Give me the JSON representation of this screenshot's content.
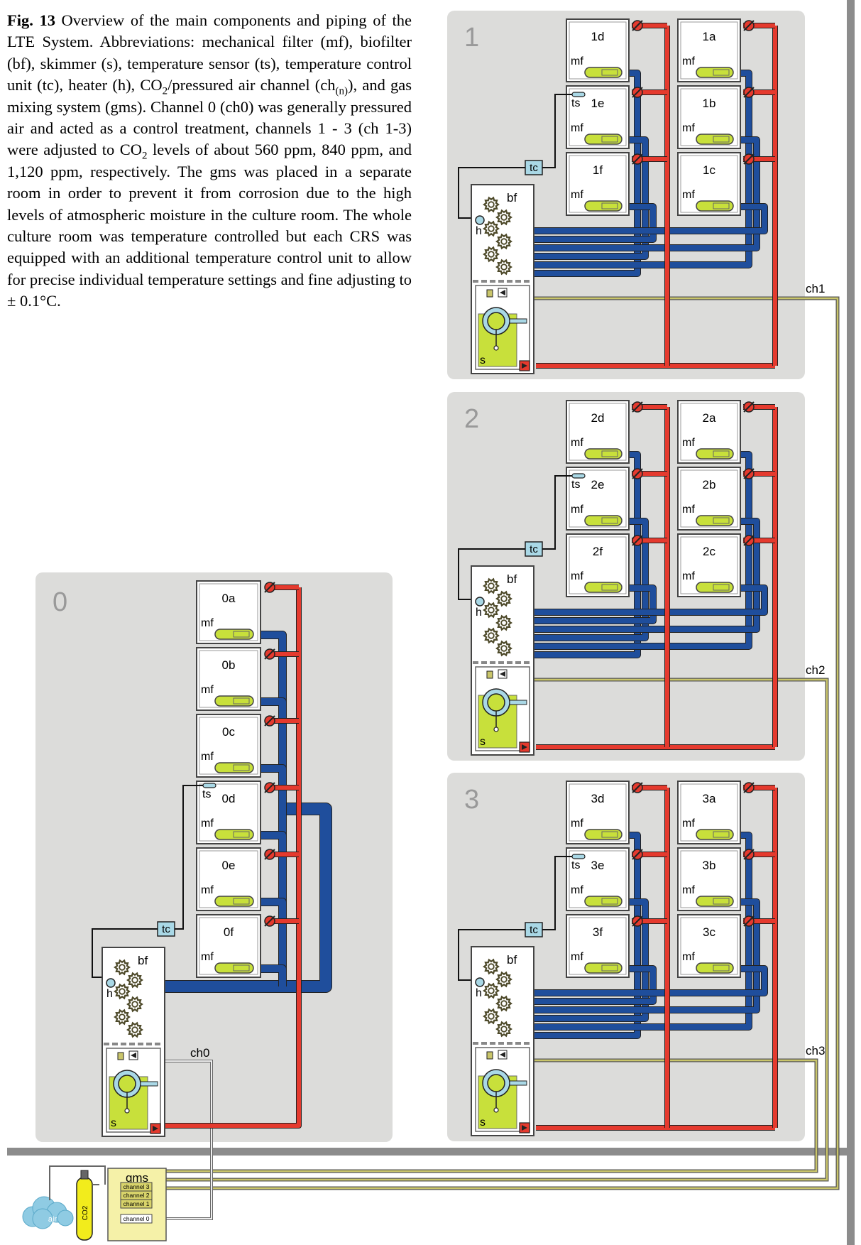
{
  "caption": {
    "fig_label": "Fig. 13",
    "pre": " Overview of the main components and piping of the LTE System. Abbreviations: mechanical filter (mf), biofilter (bf), skimmer (s), temperature sensor (ts), temperature control unit (tc), heater (h), CO",
    "sub1": "2",
    "mid1": "/pressured air channel (ch",
    "sub2": "(n)",
    "mid2": "), and gas mixing system (gms). Channel 0 (ch0) was generally pressured air and acted as a control treatment, channels 1 - 3 (ch 1-3) were adjusted to CO",
    "sub3": "2",
    "post": " levels of about 560 ppm, 840 ppm, and 1,120 ppm, respectively. The gms was placed in a separate room in order to prevent it from corrosion due to the high levels of atmospheric moisture in the culture room. The whole culture room was temperature controlled but each CRS was equipped with an additional temperature control unit to allow for precise individual temperature settings and fine adjusting to ± 0.1°C."
  },
  "labels": {
    "mf": "mf",
    "bf": "bf",
    "h": "h",
    "s": "s",
    "ts": "ts",
    "tc": "tc",
    "gms": "gms",
    "air": "air",
    "co2": "CO2"
  },
  "systems": [
    {
      "id": "0",
      "tanks": [
        "0a",
        "0b",
        "0c",
        "0d",
        "0e",
        "0f"
      ],
      "channel": "ch0"
    },
    {
      "id": "1",
      "tanks": [
        "1d",
        "1a",
        "1e",
        "1b",
        "1f",
        "1c"
      ],
      "channel": "ch1"
    },
    {
      "id": "2",
      "tanks": [
        "2d",
        "2a",
        "2e",
        "2b",
        "2f",
        "2c"
      ],
      "channel": "ch2"
    },
    {
      "id": "3",
      "tanks": [
        "3d",
        "3a",
        "3e",
        "3b",
        "3f",
        "3c"
      ],
      "channel": "ch3"
    }
  ],
  "gms_channels": [
    "channel 3",
    "channel 2",
    "channel 1",
    "channel 0"
  ],
  "colors": {
    "panel": "#dcdcda",
    "red": "#e53a2e",
    "blue": "#1f4e9c",
    "lime": "#c8e03b",
    "light_blue": "#a9d8e6",
    "olive_line": "#c9c56a",
    "wall": "#8c8c8c"
  }
}
